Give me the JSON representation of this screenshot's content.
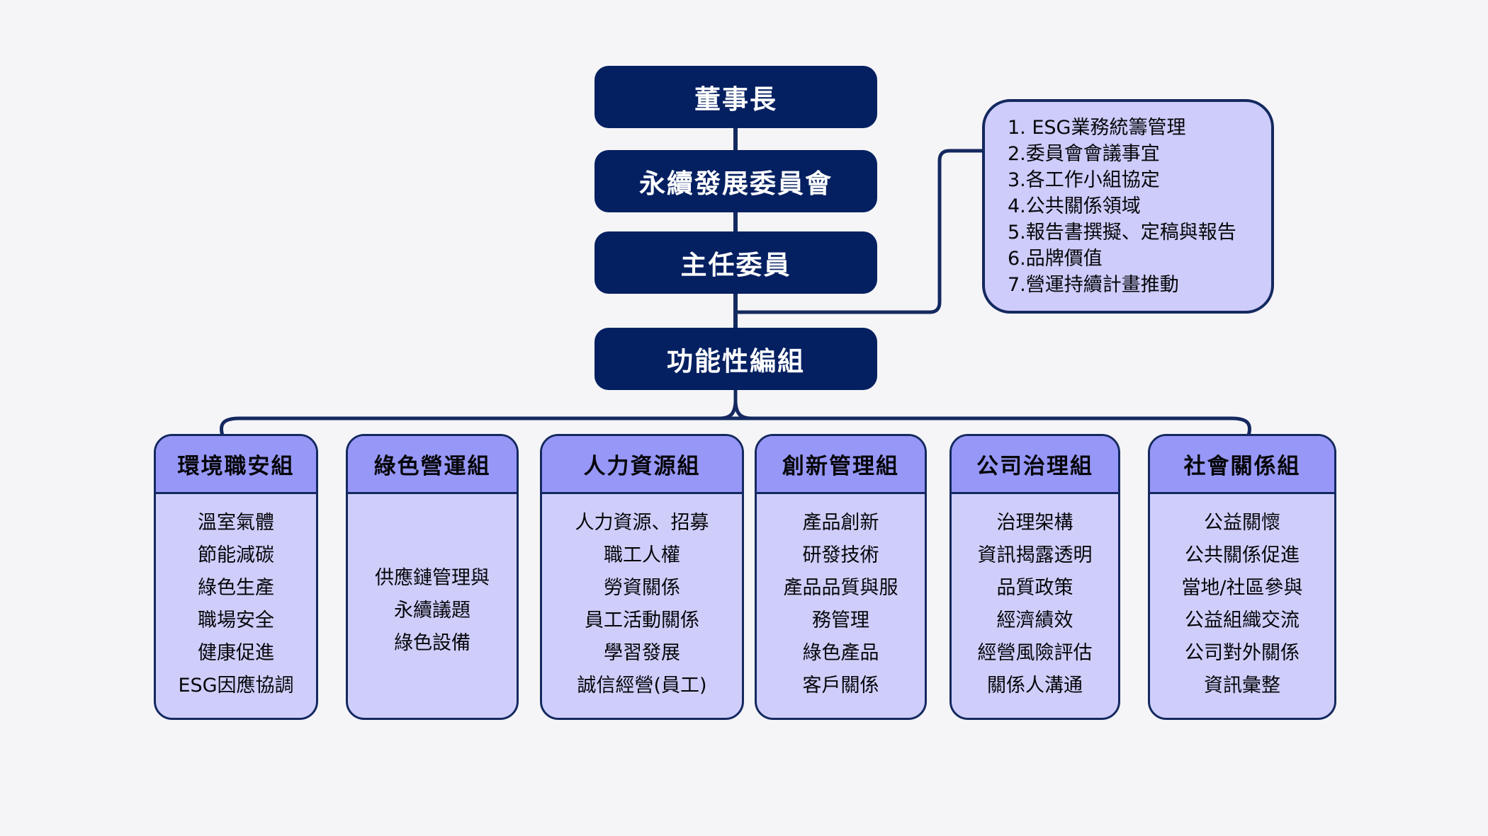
{
  "diagram_title": "ESG sustainable development committee organization chart",
  "colors": {
    "background": "#f5f5f7",
    "dark_node_fill": "#042061",
    "dark_node_text": "#ffffff",
    "connector_line": "#14295f",
    "group_header_fill": "#9797f7",
    "group_body_fill": "#cfcefb",
    "side_box_fill": "#cdccfa",
    "light_box_text": "#06060a"
  },
  "org_nodes": {
    "chairman": "董事長",
    "committee": "永續發展委員會",
    "chief": "主任委員",
    "functional": "功能性編組"
  },
  "responsibilities": {
    "items": [
      "1. ESG業務統籌管理",
      "2.委員會會議事宜",
      "3.各工作小組協定",
      "4.公共關係領域",
      "5.報告書撰擬、定稿與報告",
      "6.品牌價值",
      "7.營運持續計畫推動"
    ]
  },
  "groups": [
    {
      "title": "環境職安組",
      "lines": [
        "溫室氣體",
        "節能減碳",
        "綠色生產",
        "職場安全",
        "健康促進",
        "ESG因應協調"
      ]
    },
    {
      "title": "綠色營運組",
      "lines": [
        "供應鏈管理與",
        "永續議題",
        "綠色設備"
      ]
    },
    {
      "title": "人力資源組",
      "lines": [
        "人力資源、招募",
        "職工人權",
        "勞資關係",
        "員工活動關係",
        "學習發展",
        "誠信經營(員工)"
      ]
    },
    {
      "title": "創新管理組",
      "lines": [
        "產品創新",
        "研發技術",
        "產品品質與服",
        "務管理",
        "綠色產品",
        "客戶關係"
      ]
    },
    {
      "title": "公司治理組",
      "lines": [
        "治理架構",
        "資訊揭露透明",
        "品質政策",
        "經濟績效",
        "經營風險評估",
        "關係人溝通"
      ]
    },
    {
      "title": "社會關係組",
      "lines": [
        "公益關懷",
        "公共關係促進",
        "當地/社區參與",
        "公益組織交流",
        "公司對外關係",
        "資訊彙整"
      ]
    }
  ]
}
